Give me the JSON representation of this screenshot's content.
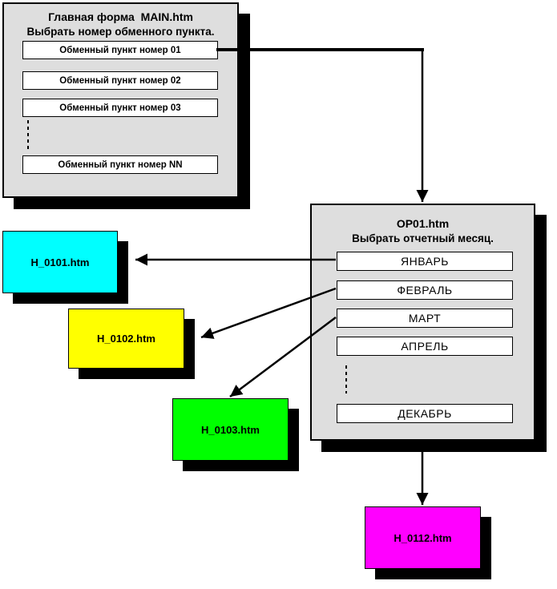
{
  "main_form": {
    "title": "Главная форма  MAIN.htm",
    "subtitle": "Выбрать номер обменного пункта.",
    "buttons": [
      "Обменный пункт номер 01",
      "Обменный пункт номер 02",
      "Обменный пункт номер 03",
      "Обменный пункт номер NN"
    ]
  },
  "op_form": {
    "title": "OP01.htm",
    "subtitle": "Выбрать отчетный месяц.",
    "buttons": [
      "ЯНВАРЬ",
      "ФЕВРАЛЬ",
      "МАРТ",
      "АПРЕЛЬ",
      "ДЕКАБРЬ"
    ]
  },
  "pages": [
    {
      "label": "H_0101.htm",
      "color": "#00ffff"
    },
    {
      "label": "H_0102.htm",
      "color": "#ffff00"
    },
    {
      "label": "H_0103.htm",
      "color": "#00ff00"
    },
    {
      "label": "H_0112.htm",
      "color": "#ff00ff"
    }
  ],
  "colors": {
    "form_background": "#dedede",
    "button_background": "#ffffff",
    "shadow": "#000000",
    "line": "#000000"
  }
}
